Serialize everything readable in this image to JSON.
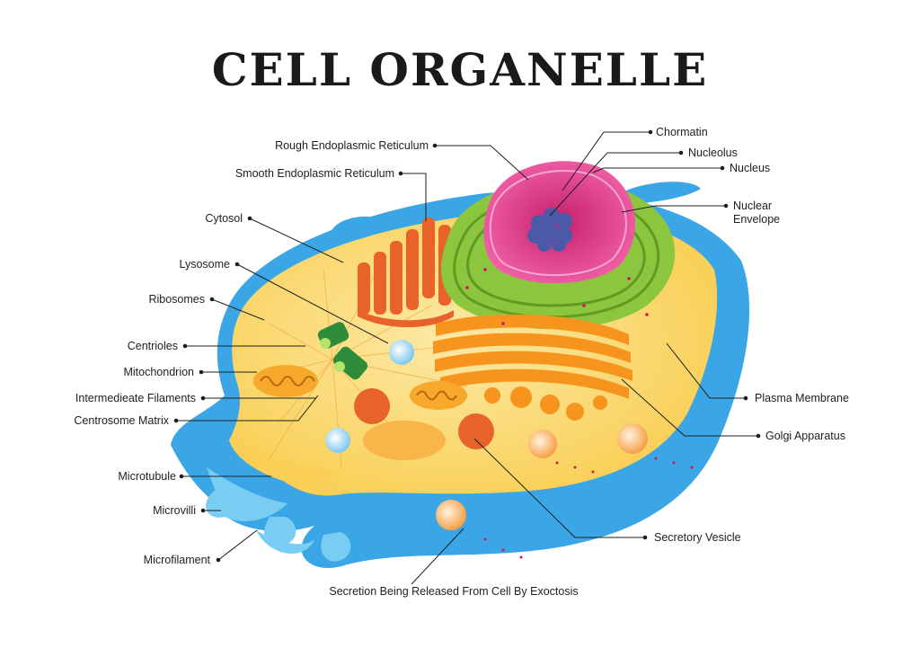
{
  "title": "CELL ORGANELLE",
  "labels": {
    "rough_er": "Rough Endoplasmic Reticulum",
    "smooth_er": "Smooth Endoplasmic Reticulum",
    "cytosol": "Cytosol",
    "lysosome": "Lysosome",
    "ribosomes": "Ribosomes",
    "centrioles": "Centrioles",
    "mitochondrion": "Mitochondrion",
    "intermediate_filaments": "Intermedieate Filaments",
    "centrosome_matrix": "Centrosome Matrix",
    "microtubule": "Microtubule",
    "microvilli": "Microvilli",
    "microfilament": "Microfilament",
    "chromatin": "Chormatin",
    "nucleolus": "Nucleolus",
    "nucleus": "Nucleus",
    "nuclear_envelope_1": "Nuclear",
    "nuclear_envelope_2": "Envelope",
    "plasma_membrane": "Plasma Membrane",
    "golgi": "Golgi Apparatus",
    "secretory_vesicle": "Secretory Vesicle",
    "exocytosis": "Secretion Being Released From Cell By Exoctosis"
  },
  "colors": {
    "membrane": "#3aa6e6",
    "cytoplasm": "#fbd56a",
    "rough_er": "#8cc63f",
    "nucleus": "#e83e8c",
    "nucleolus": "#4a5aa8",
    "golgi": "#f7941d",
    "smooth_er": "#e8632a"
  }
}
